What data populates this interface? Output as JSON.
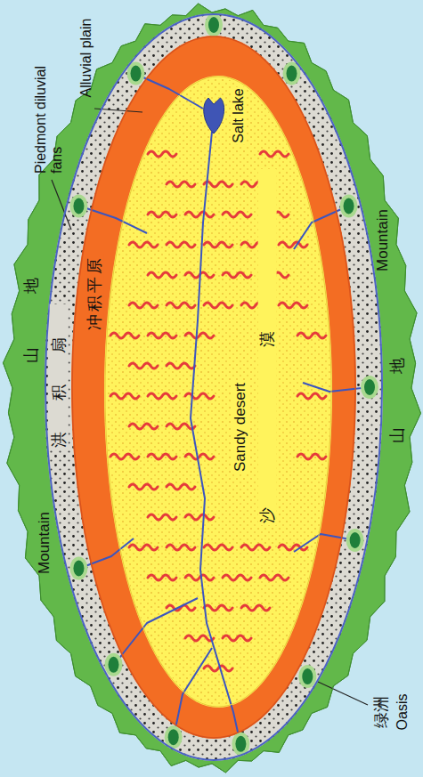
{
  "diagram": {
    "nodes": [
      {
        "text": [
          "Mountain",
          "山地",
          "山地",
          "Mountain"
        ]
      },
      {
        "text": [
          "Piedmont diluvial fans",
          "洪积扇"
        ],
        "in": 0
      },
      {
        "text": [
          "Alluvial plain",
          "冲积平原"
        ],
        "in": 1
      },
      {
        "text": [
          "Sandy desert",
          "沙漠"
        ],
        "in": 2
      },
      {
        "text": [
          "Salt lake"
        ],
        "in": 3
      }
    ],
    "labels": [
      "绿洲",
      "Oasis"
    ]
  }
}
